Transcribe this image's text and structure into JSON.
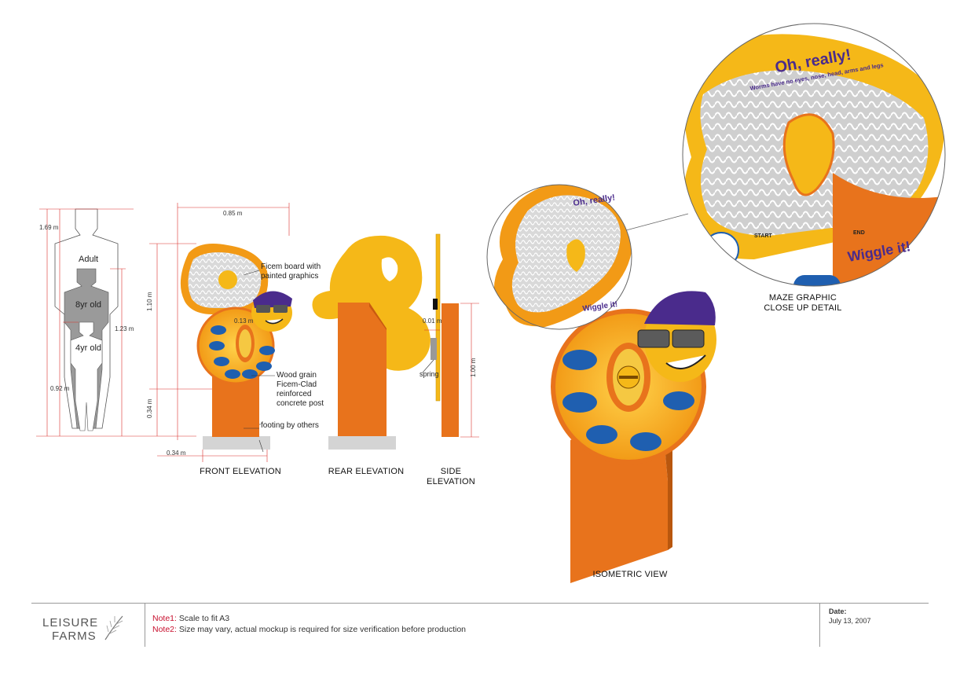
{
  "human_figures": {
    "adult": "Adult",
    "eight_yr": "8yr old",
    "four_yr": "4yr old"
  },
  "dimensions": {
    "h_169": "1.69 m",
    "h_123": "1.23 m",
    "h_092": "0.92 m",
    "w_085": "0.85 m",
    "h_110": "1.10 m",
    "h_034": "0.34 m",
    "w_034": "0.34 m",
    "d_013": "0.13 m",
    "d_001": "0.01 m",
    "h_100": "1.00 m"
  },
  "callouts": {
    "ficem_board": "Ficem board with painted graphics",
    "wood_grain": "Wood grain Ficem-Clad reinforced concrete post",
    "footing": "footing by others",
    "spring": "spring"
  },
  "captions": {
    "front": "FRONT ELEVATION",
    "rear": "REAR ELEVATION",
    "side_1": "SIDE",
    "side_2": "ELEVATION",
    "isometric": "ISOMETRIC VIEW",
    "maze_1": "MAZE GRAPHIC",
    "maze_2": "CLOSE UP DETAIL"
  },
  "sign_graphics": {
    "headline": "Oh, really!",
    "subline": "Worms have no eyes, nose, head, arms and legs",
    "wiggle": "Wiggle it!",
    "start": "START",
    "end": "END"
  },
  "colors": {
    "orange": "#e8731c",
    "yellow": "#f5b818",
    "purple": "#4a2b8c",
    "blue": "#1f5fb0",
    "red_dim": "#d9302a"
  },
  "footer": {
    "logo_line1": "LEISURE",
    "logo_line2": "FARMS",
    "note1_key": "Note1:",
    "note1_text": "Scale to fit A3",
    "note2_key": "Note2:",
    "note2_text": "Size may vary, actual mockup is required for size verification before production",
    "date_label": "Date:",
    "date_value": "July 13, 2007"
  }
}
